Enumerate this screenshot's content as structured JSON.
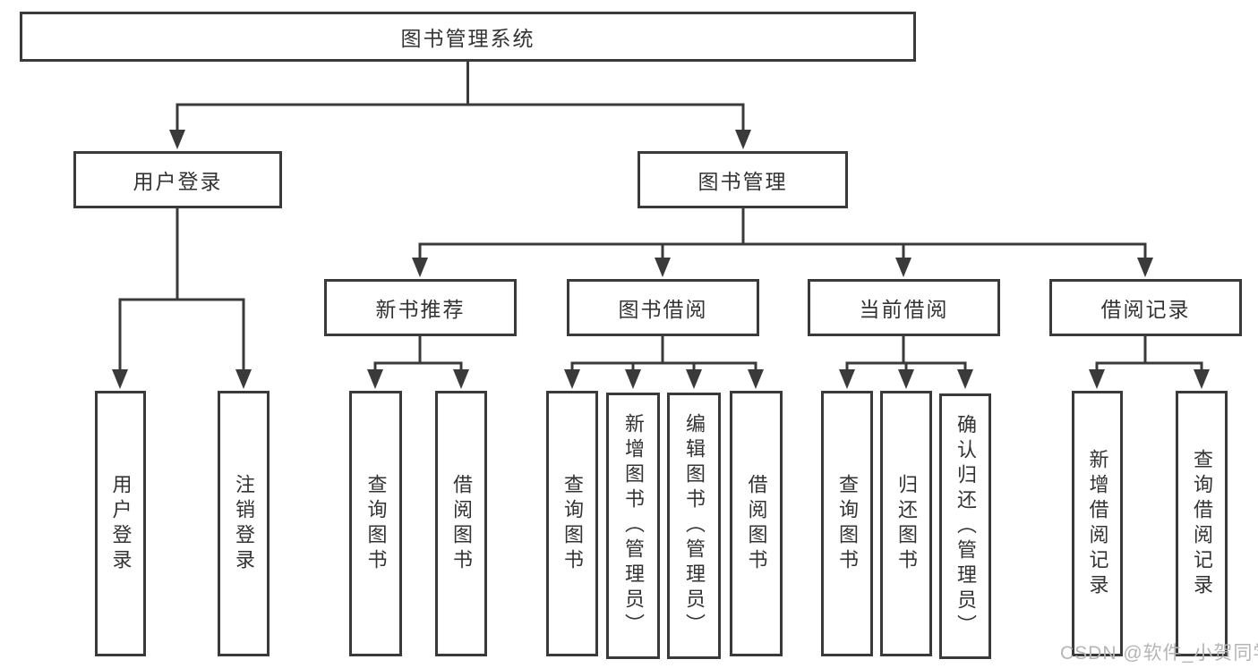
{
  "tree": {
    "label": "图书管理系统",
    "children": [
      {
        "label": "用户登录",
        "children": [
          {
            "label": "用户登录"
          },
          {
            "label": "注销登录"
          }
        ]
      },
      {
        "label": "图书管理",
        "children": [
          {
            "label": "新书推荐",
            "children": [
              {
                "label": "查询图书"
              },
              {
                "label": "借阅图书"
              }
            ]
          },
          {
            "label": "图书借阅",
            "children": [
              {
                "label": "查询图书"
              },
              {
                "label": "新增图书（管理员）"
              },
              {
                "label": "编辑图书（管理员）"
              },
              {
                "label": "借阅图书"
              }
            ]
          },
          {
            "label": "当前借阅",
            "children": [
              {
                "label": "查询图书"
              },
              {
                "label": "归还图书"
              },
              {
                "label": "确认归还（管理员）"
              }
            ]
          },
          {
            "label": "借阅记录",
            "children": [
              {
                "label": "新增借阅记录"
              },
              {
                "label": "查询借阅记录"
              }
            ]
          }
        ]
      }
    ]
  },
  "watermark": "CSDN @软件_小贺同学",
  "colors": {
    "line": "#3a3a3a",
    "box_border": "#3a3a3a",
    "box_background": "#ffffff",
    "text": "#333333",
    "watermark": "#b5b5b5"
  }
}
